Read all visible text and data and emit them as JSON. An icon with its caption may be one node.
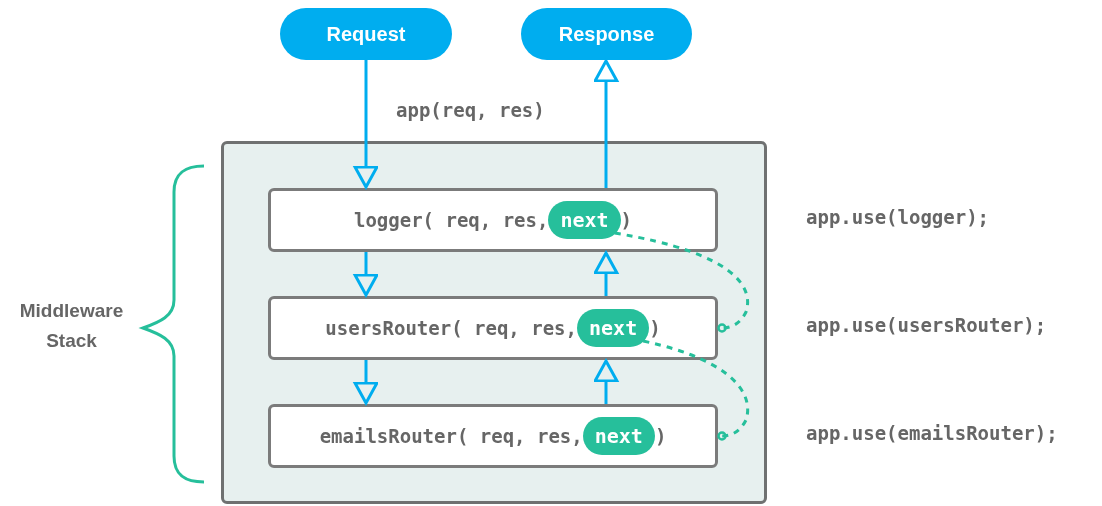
{
  "diagram": {
    "nodes": [
      {
        "text": [
          "Request"
        ]
      },
      {
        "text": [
          "Response"
        ]
      },
      {
        "text": [],
        "shape": "box"
      },
      {
        "text": [
          "logger( req, res,",
          ")"
        ],
        "in": 2
      },
      {
        "text": [
          "next"
        ],
        "in": 3
      },
      {
        "text": [
          "usersRouter( req, res,",
          ")"
        ],
        "in": 2
      },
      {
        "text": [
          "next"
        ],
        "in": 5
      },
      {
        "text": [
          "emailsRouter( req, res,",
          ")"
        ],
        "in": 2
      },
      {
        "text": [
          "next"
        ],
        "in": 7
      }
    ],
    "edges": [
      {
        "from": 0,
        "to": 3,
        "arrow": "to",
        "label": "app(req, res)"
      },
      {
        "from": 3,
        "to": 5,
        "arrow": "to"
      },
      {
        "from": 5,
        "to": 7,
        "arrow": "to"
      },
      {
        "from": 7,
        "to": 5,
        "arrow": "to"
      },
      {
        "from": 5,
        "to": 3,
        "arrow": "to"
      },
      {
        "from": 3,
        "to": 1,
        "arrow": "to"
      },
      {
        "from": 4,
        "to": 5,
        "arrow": "other",
        "style": "dashed",
        "color": "#26bf9b"
      },
      {
        "from": 6,
        "to": 7,
        "arrow": "other",
        "style": "dashed",
        "color": "#26bf9b"
      }
    ],
    "labels": [
      "Middleware Stack",
      "app.use(logger);",
      "app.use(usersRouter);",
      "app.use(emailsRouter);"
    ]
  }
}
